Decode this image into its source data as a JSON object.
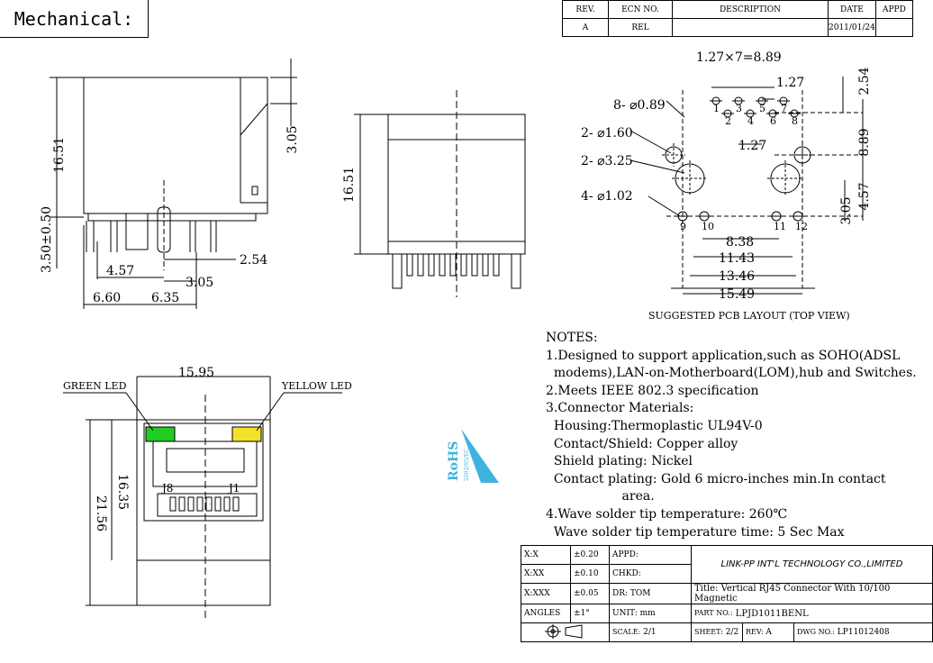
{
  "header": {
    "title": "Mechanical:"
  },
  "revision_table": {
    "headers": [
      "REV.",
      "ECN NO.",
      "DESCRIPTION",
      "DATE",
      "APPD"
    ],
    "row": [
      "A",
      "REL",
      "",
      "2011/01/24",
      ""
    ]
  },
  "side_view": {
    "dims": [
      "16.51",
      "3.05",
      "3.50±0.50",
      "4.57",
      "2.54",
      "3.05",
      "6.60",
      "6.35"
    ]
  },
  "front_view": {
    "dims": [
      "16.51"
    ]
  },
  "pcb_layout": {
    "caption": "SUGGESTED PCB LAYOUT (TOP VIEW)",
    "dims": [
      "1.27×7=8.89",
      "1.27",
      "1.27",
      "2.54",
      "8.89",
      "4.57",
      "3.05",
      "8.38",
      "11.43",
      "13.46",
      "15.49"
    ],
    "callouts": [
      "8- ⌀0.89",
      "2- ⌀1.60",
      "2- ⌀3.25",
      "4- ⌀1.02"
    ],
    "pins": [
      "1",
      "2",
      "3",
      "4",
      "5",
      "6",
      "7",
      "8",
      "9",
      "10",
      "11",
      "12"
    ]
  },
  "led_view": {
    "dims": [
      "15.95",
      "16.35",
      "21.56"
    ],
    "labels": [
      "GREEN LED",
      "YELLOW LED",
      "J8",
      "J1"
    ],
    "led_colors": {
      "green": "#22cc22",
      "yellow": "#f2e22a"
    }
  },
  "rohs": {
    "text": "RoHS",
    "sub": "2002/95/EC",
    "color": "#3fb3e0"
  },
  "notes": {
    "heading": "NOTES:",
    "lines": [
      "1.Designed to support application,such as SOHO(ADSL",
      "  modems),LAN-on-Motherboard(LOM),hub and Switches.",
      "2.Meets IEEE 802.3 specification",
      "3.Connector Materials:",
      "  Housing:Thermoplastic UL94V-0",
      "  Contact/Shield: Copper alloy",
      "  Shield plating: Nickel",
      "  Contact plating: Gold 6 micro-inches min.In contact",
      "                   area.",
      "4.Wave solder tip temperature: 260℃",
      "  Wave solder tip temperature time: 5 Sec Max"
    ]
  },
  "title_block": {
    "tolerances": [
      {
        "label": "X:X",
        "value": "±0.20",
        "field": "APPD:",
        "field_value": ""
      },
      {
        "label": "X:XX",
        "value": "±0.10",
        "field": "CHKD:",
        "field_value": ""
      },
      {
        "label": "X:XXX",
        "value": "±0.05",
        "field": "DR:",
        "field_value": "TOM"
      },
      {
        "label": "ANGLES",
        "value": "±1°",
        "field": "UNIT:",
        "field_value": "mm"
      }
    ],
    "company": "LINK-PP INT'L TECHNOLOGY CO.,LIMITED",
    "title_label": "Title:",
    "title_value": "Vertical RJ45 Connector With 10/100 Magnetic",
    "part_no_label": "PART NO.:",
    "part_no": "LPJD1011BENL",
    "scale_label": "SCALE:",
    "scale": "2/1",
    "sheet_label": "SHEET:",
    "sheet": "2/2",
    "rev_label": "REV:",
    "rev": "A",
    "dwg_label": "DWG NO.:",
    "dwg": "LP11012408"
  }
}
